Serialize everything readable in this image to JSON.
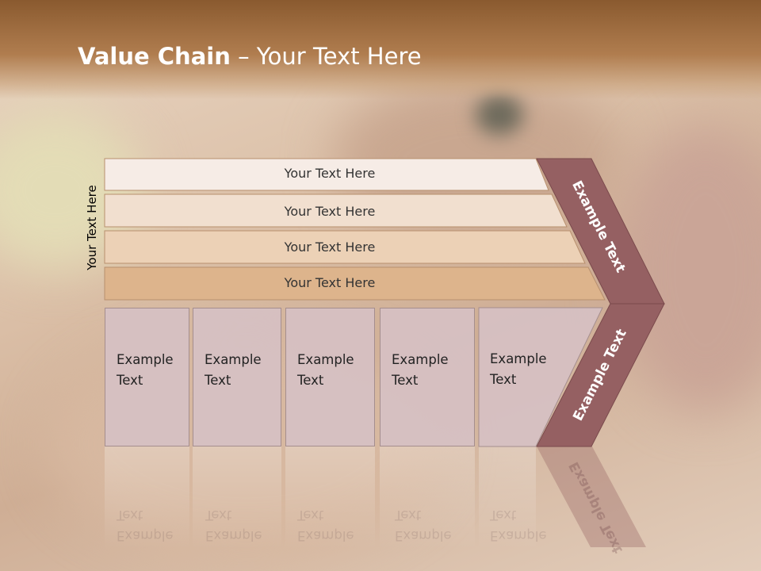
{
  "slide": {
    "title_bold": "Value Chain",
    "title_rest": " – Your Text Here",
    "vertical_label": "Your Text Here"
  },
  "rows": [
    {
      "label": "Your Text Here",
      "fill": "#f6ece6"
    },
    {
      "label": "Your Text Here",
      "fill": "#f1dfcf"
    },
    {
      "label": "Your Text Here",
      "fill": "#ecd1b6"
    },
    {
      "label": "Your Text Here",
      "fill": "#ddb48c"
    }
  ],
  "columns": [
    {
      "line1": "Example",
      "line2": "Text"
    },
    {
      "line1": "Example",
      "line2": "Text"
    },
    {
      "line1": "Example",
      "line2": "Text"
    },
    {
      "line1": "Example",
      "line2": "Text"
    },
    {
      "line1": "Example",
      "line2": "Text"
    }
  ],
  "chevron": {
    "upper_label": "Example Text",
    "lower_label": "Example Text",
    "fill": "#956062",
    "stroke": "#7a4a4c"
  },
  "colors": {
    "header": "#8a5a2f",
    "cell_fill": "#d6c0c3",
    "row_stroke": "#b8906e"
  }
}
